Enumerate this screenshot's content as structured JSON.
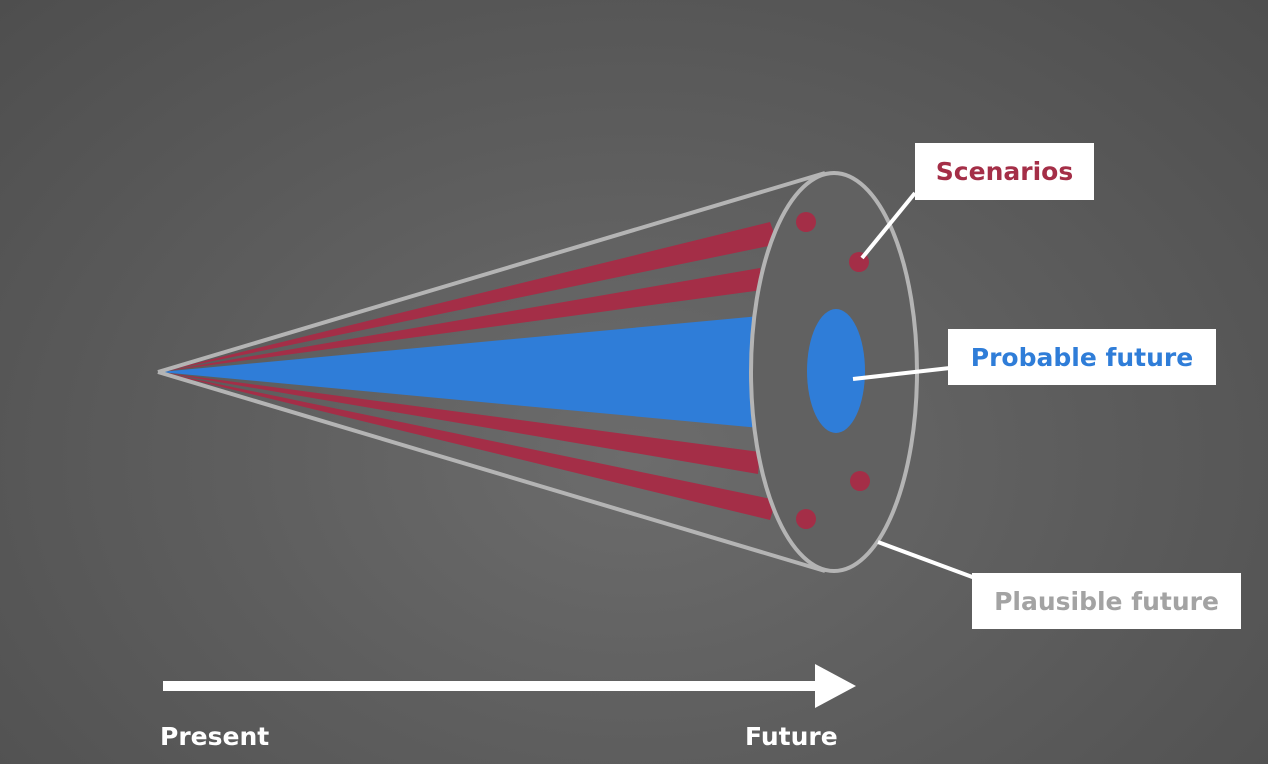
{
  "labels": {
    "scenarios": "Scenarios",
    "probable": "Probable future",
    "plausible": "Plausible future"
  },
  "timeline": {
    "start": "Present",
    "end": "Future"
  },
  "colors": {
    "scenario": "#a42e47",
    "probable": "#2f7dd8",
    "outline": "#b4b4b4",
    "background": "#5f5f5f",
    "box_bg": "#ffffff",
    "plausible_text": "#a3a3a3",
    "arrow": "#ffffff"
  }
}
